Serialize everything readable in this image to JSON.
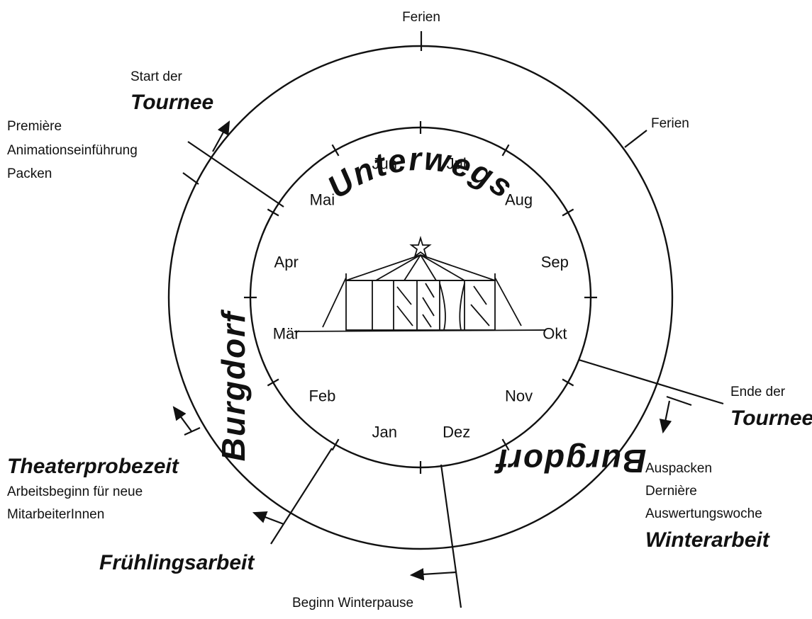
{
  "center_icon": "circus-tent-icon",
  "months": [
    "Jun",
    "Jul",
    "Aug",
    "Sep",
    "Okt",
    "Nov",
    "Dez",
    "Jan",
    "Feb",
    "Mär",
    "Apr",
    "Mai"
  ],
  "seasons": {
    "summer": "Unterwegs",
    "winter": "Burgdorf",
    "spring": "Burgdorf"
  },
  "annotations": {
    "ferien_top": "Ferien",
    "ferien_right": "Ferien",
    "start_line1": "Start der",
    "start_line2": "Tournee",
    "premiere_1": "Première",
    "premiere_2": "Animationseinführung",
    "premiere_3": "Packen",
    "ende_line1": "Ende der",
    "ende_line2": "Tournee",
    "winter_1": "Auspacken",
    "winter_2": "Dernière",
    "winter_3": "Auswertungswoche",
    "winter_title": "Winterarbeit",
    "theater_title": "Theaterprobezeit",
    "theater_1": "Arbeitsbeginn für neue",
    "theater_2": "MitarbeiterInnen",
    "spring_title": "Frühlingsarbeit",
    "winterpause": "Beginn Winterpause"
  }
}
